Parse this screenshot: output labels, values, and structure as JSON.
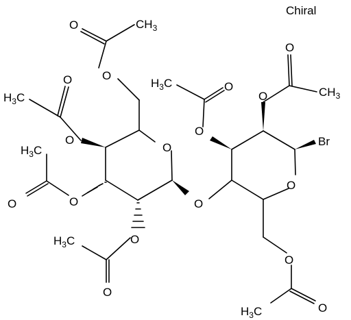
{
  "stereo_note": "Chiral",
  "ring_oxygen_label": "O",
  "glycosidic_oxygen_label": "O",
  "ester_oxygen_label": "O",
  "carbonyl_oxygen_label": "O",
  "halogen_label": "Br",
  "methyl_prefix": "H",
  "methyl_carbon": "C",
  "methyl_count": "3",
  "colors": {
    "bond": "#000000",
    "text": "#000000",
    "background": "#ffffff"
  }
}
